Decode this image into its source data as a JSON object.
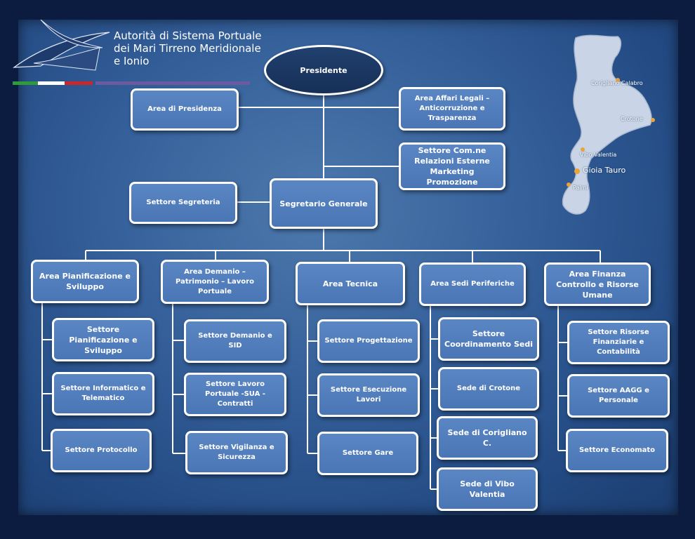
{
  "header": {
    "org_line1": "Autorità di Sistema Portuale",
    "org_line2": "dei Mari Tirreno Meridionale",
    "org_line3": "e Ionio"
  },
  "colors": {
    "panel": "#35609a",
    "box": "#5b86c4",
    "president": "#1b3764",
    "flag_green": "#2e9a3c",
    "flag_white": "#ffffff",
    "flag_red": "#c8282c",
    "bar_purple": "#6a5aa0",
    "map_land": "#c9d5e6",
    "port_dot": "#e8a33a"
  },
  "top": {
    "presidente": "Presidente",
    "area_presidenza": "Area di Presidenza",
    "area_affari_legali": "Area Affari Legali – Anticorruzione e Trasparenza",
    "settore_comunicazione": "Settore Com.ne Relazioni Esterne Marketing Promozione",
    "settore_segreteria": "Settore Segreteria",
    "segretario_generale": "Segretario Generale"
  },
  "areas": [
    {
      "label": "Area Pianificazione e Sviluppo",
      "sectors": [
        "Settore Pianificazione e Sviluppo",
        "Settore Informatico e Telematico",
        "Settore Protocollo"
      ]
    },
    {
      "label": "Area Demanio – Patrimonio – Lavoro Portuale",
      "sectors": [
        "Settore Demanio e SID",
        "Settore Lavoro Portuale -SUA - Contratti",
        "Settore Vigilanza e Sicurezza"
      ]
    },
    {
      "label": "Area Tecnica",
      "sectors": [
        "Settore Progettazione",
        "Settore Esecuzione Lavori",
        "Settore Gare"
      ]
    },
    {
      "label": "Area Sedi Periferiche",
      "sectors": [
        "Settore Coordinamento Sedi",
        "Sede di Crotone",
        "Sede di Corigliano C.",
        "Sede di Vibo Valentia"
      ]
    },
    {
      "label": "Area Finanza Controllo e Risorse Umane",
      "sectors": [
        "Settore Risorse Finanziarie e Contabilità",
        "Settore AAGG e Personale",
        "Settore Economato"
      ]
    }
  ],
  "map": {
    "ports": [
      "Corigliano Calabro",
      "Crotone",
      "Vibo Valentia",
      "Gioia Tauro",
      "Palmi"
    ]
  }
}
